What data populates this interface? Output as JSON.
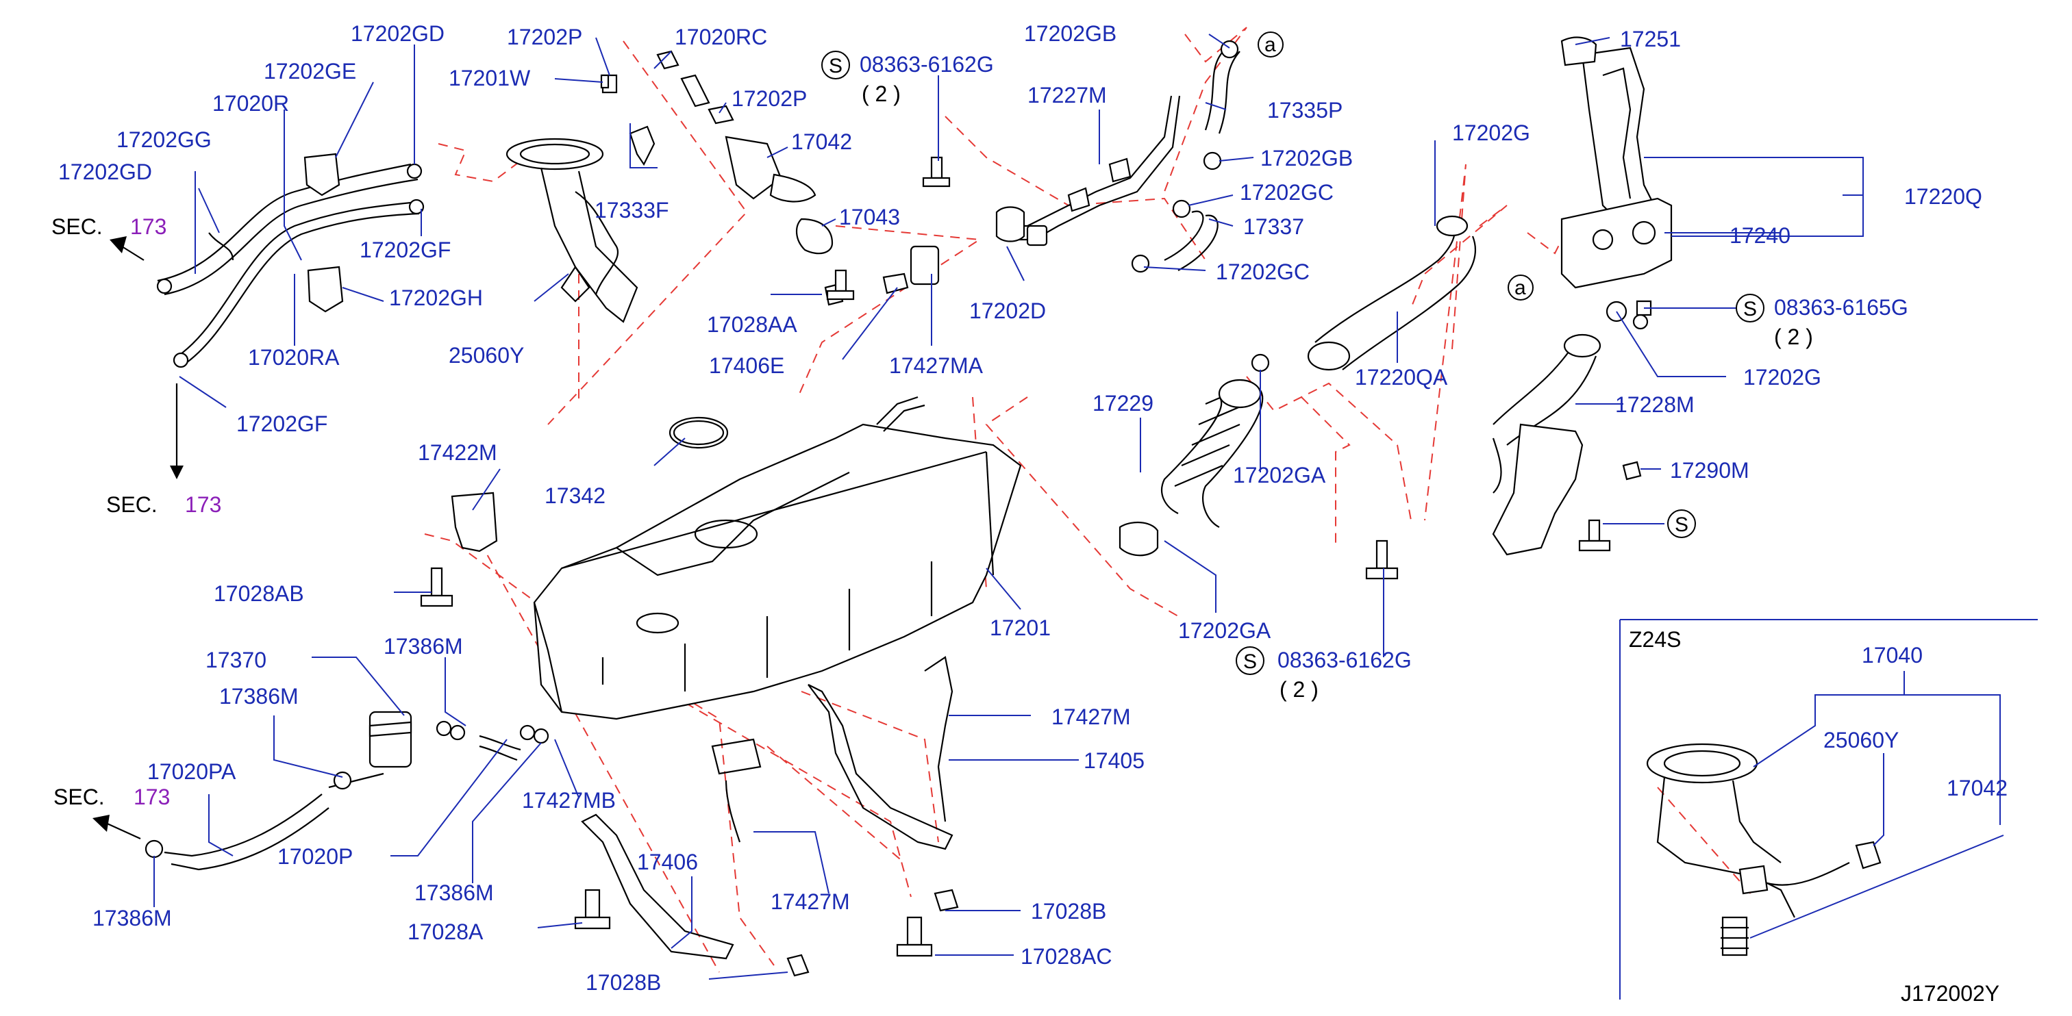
{
  "diagram": {
    "labels": {
      "p17202GD_top": "17202GD",
      "p17202GE": "17202GE",
      "p17020R": "17020R",
      "p17202GG": "17202GG",
      "p17202GD_left": "17202GD",
      "p17202GF_mid": "17202GF",
      "p17202GH": "17202GH",
      "p17020RA": "17020RA",
      "p17202GF_low": "17202GF",
      "p17202P_top": "17202P",
      "p17201W": "17201W",
      "p17020RC": "17020RC",
      "p17202P_mid": "17202P",
      "p17042_top": "17042",
      "p17333F": "17333F",
      "p17043": "17043",
      "p25060Y_main": "25060Y",
      "p08363_6162G_top": "08363-6162G",
      "q2_top": "( 2 )",
      "p17202GB_top": "17202GB",
      "p17227M": "17227M",
      "p17335P": "17335P",
      "p17202GB_mid": "17202GB",
      "p17202GC_top": "17202GC",
      "p17337": "17337",
      "p17202GC_low": "17202GC",
      "p17202D": "17202D",
      "p17028AA": "17028AA",
      "p17406E": "17406E",
      "p17427MA": "17427MA",
      "p17202G_top": "17202G",
      "p17251": "17251",
      "p17220Q": "17220Q",
      "p17240": "17240",
      "p08363_6165G": "08363-6165G",
      "q2_right": "( 2 )",
      "p17202G_right": "17202G",
      "p17228M": "17228M",
      "p17220QA": "17220QA",
      "p17229": "17229",
      "p17202GA_mid": "17202GA",
      "p17290M": "17290M",
      "p17342": "17342",
      "p17422M": "17422M",
      "p17028AB": "17028AB",
      "p17201": "17201",
      "p17202GA_low": "17202GA",
      "p08363_6162G_low": "08363-6162G",
      "q2_low": "( 2 )",
      "p17370": "17370",
      "p17386M_a": "17386M",
      "p17386M_b": "17386M",
      "p17020PA": "17020PA",
      "p17020P": "17020P",
      "p17427MB": "17427MB",
      "p17386M_c": "17386M",
      "p17386M_d": "17386M",
      "p17406": "17406",
      "p17028A": "17028A",
      "p17028B_low": "17028B",
      "p17427M_mid": "17427M",
      "p17427M_right": "17427M",
      "p17405": "17405",
      "p17028B_right": "17028B",
      "p17028AC": "17028AC",
      "p17040": "17040",
      "p25060Y_inset": "25060Y",
      "p17042_inset": "17042"
    },
    "sec_refs": {
      "sec_label": "SEC.",
      "sec_num": "173"
    },
    "circle_marks": {
      "a": "a",
      "s": "S"
    },
    "inset": {
      "title": "Z24S"
    },
    "diagram_id": "J172002Y"
  }
}
